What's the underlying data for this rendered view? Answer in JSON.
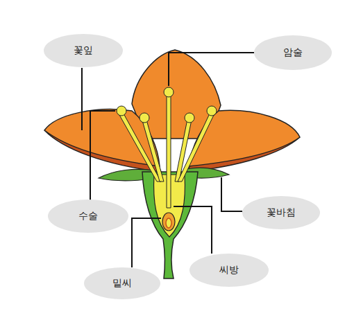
{
  "diagram": {
    "nodes": [
      {
        "text": [
          "꽃잎"
        ]
      },
      {
        "text": [
          "암술"
        ]
      },
      {
        "text": [
          "수술"
        ]
      },
      {
        "text": [
          "꽃바침"
        ]
      },
      {
        "text": [
          "씨방"
        ]
      },
      {
        "text": [
          "밑씨"
        ]
      }
    ]
  }
}
